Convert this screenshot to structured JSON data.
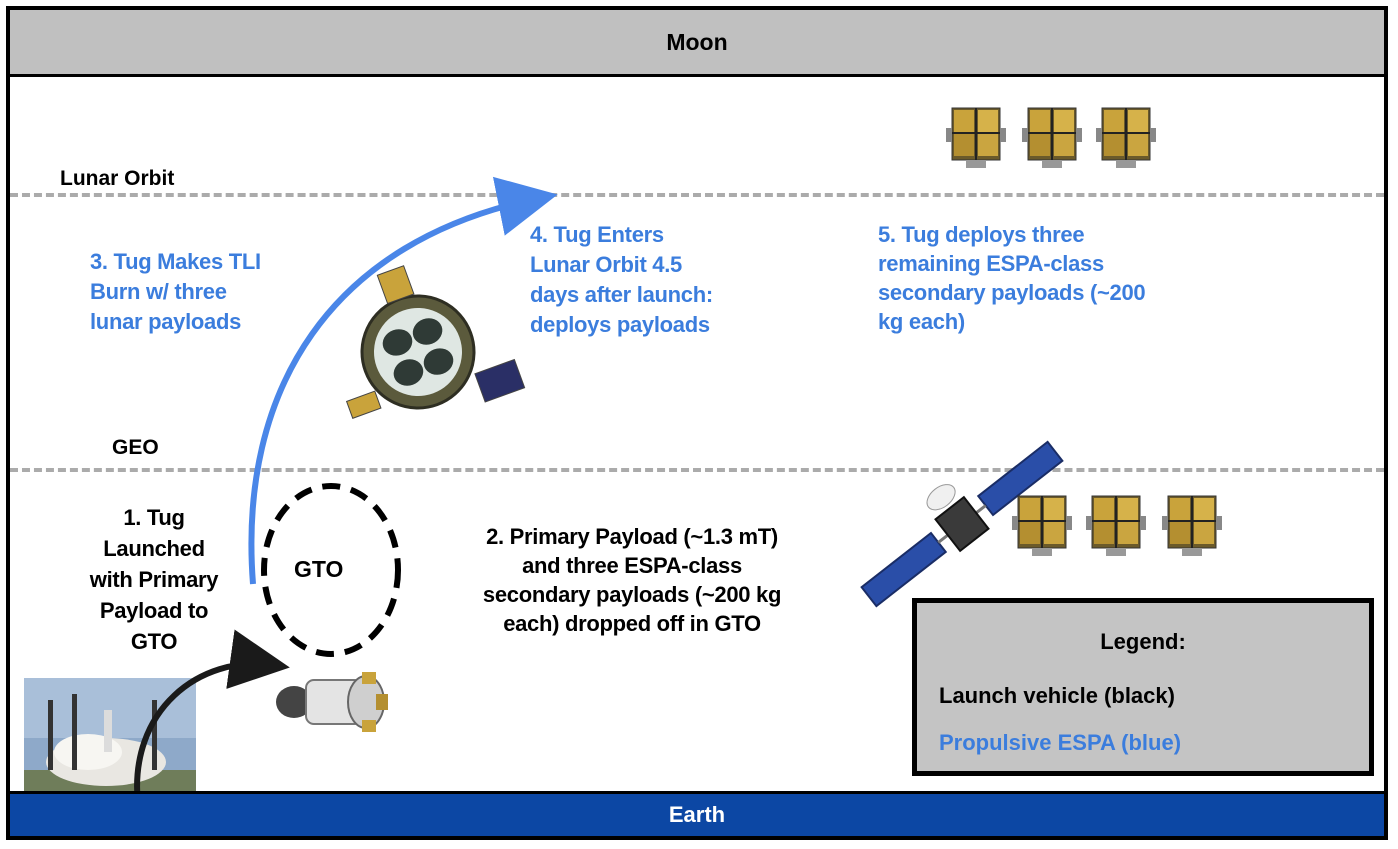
{
  "bands": {
    "top": "Moon",
    "bottom": "Earth"
  },
  "orbits": {
    "lunar_orbit": "Lunar Orbit",
    "geo": "GEO",
    "gto": "GTO"
  },
  "steps": {
    "step1": [
      "1. Tug",
      "Launched",
      "with Primary",
      "Payload to",
      "GTO"
    ],
    "step2": [
      "2. Primary Payload (~1.3 mT)",
      "and three ESPA-class",
      "secondary payloads (~200 kg",
      "each) dropped off in GTO"
    ],
    "step3": [
      "3. Tug Makes TLI",
      "Burn w/ three",
      "lunar payloads"
    ],
    "step4": [
      "4. Tug Enters",
      "Lunar Orbit 4.5",
      "days after launch:",
      "deploys payloads"
    ],
    "step5": [
      "5. Tug deploys three",
      "remaining ESPA-class",
      "secondary payloads (~200",
      "kg each)"
    ]
  },
  "legend": {
    "title": "Legend:",
    "launch_vehicle": "Launch vehicle (black)",
    "propulsive_espa": "Propulsive ESPA (blue)"
  },
  "colors": {
    "blue_text": "#3b7ddd",
    "earth_band": "#0c47a4",
    "moon_band": "#c0c0c0",
    "dashed_line": "#ababab",
    "launch_arrow": "#1a1a1a",
    "tli_arrow": "#4a86e8"
  },
  "icons": {
    "launch_photo": "rocket-launch-icon",
    "tug": "tug-spacecraft-icon",
    "espa_tug": "propulsive-espa-icon",
    "primary_satellite": "satellite-icon",
    "small_satellite": "espa-satellite-icon"
  }
}
